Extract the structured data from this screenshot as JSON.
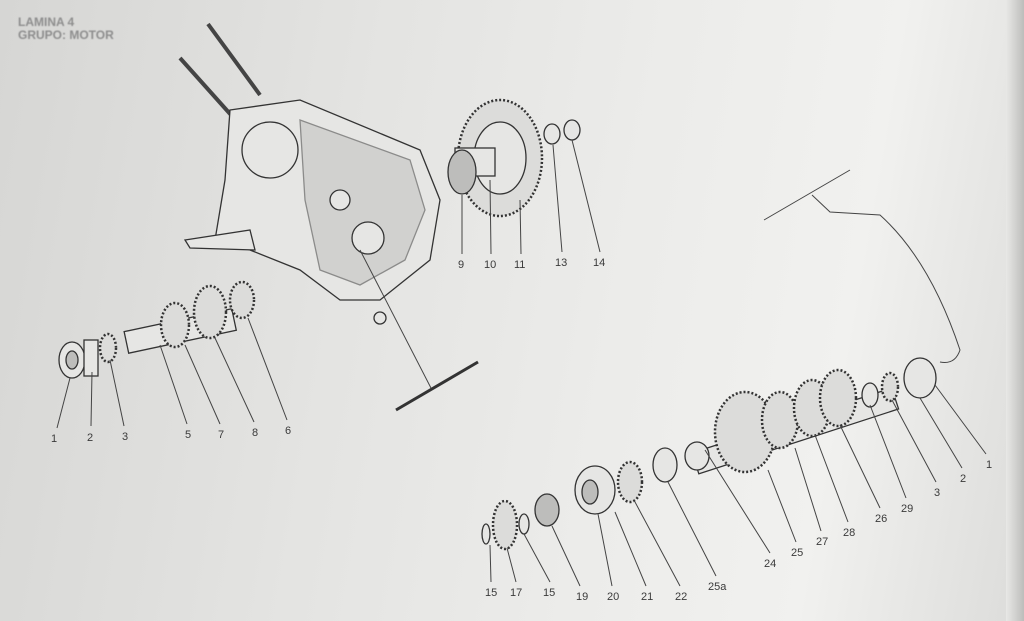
{
  "header": {
    "sheet": "LAMINA 4",
    "group": "GRUPO: MOTOR"
  },
  "callouts": {
    "left": [
      "1",
      "2",
      "3",
      "5",
      "7",
      "8",
      "6"
    ],
    "top": [
      "9",
      "10",
      "11",
      "13",
      "14"
    ],
    "right": [
      "1",
      "2",
      "3",
      "29",
      "26",
      "28",
      "27",
      "25",
      "24",
      "25a",
      "22",
      "21",
      "20",
      "19",
      "15",
      "17",
      "15"
    ]
  }
}
